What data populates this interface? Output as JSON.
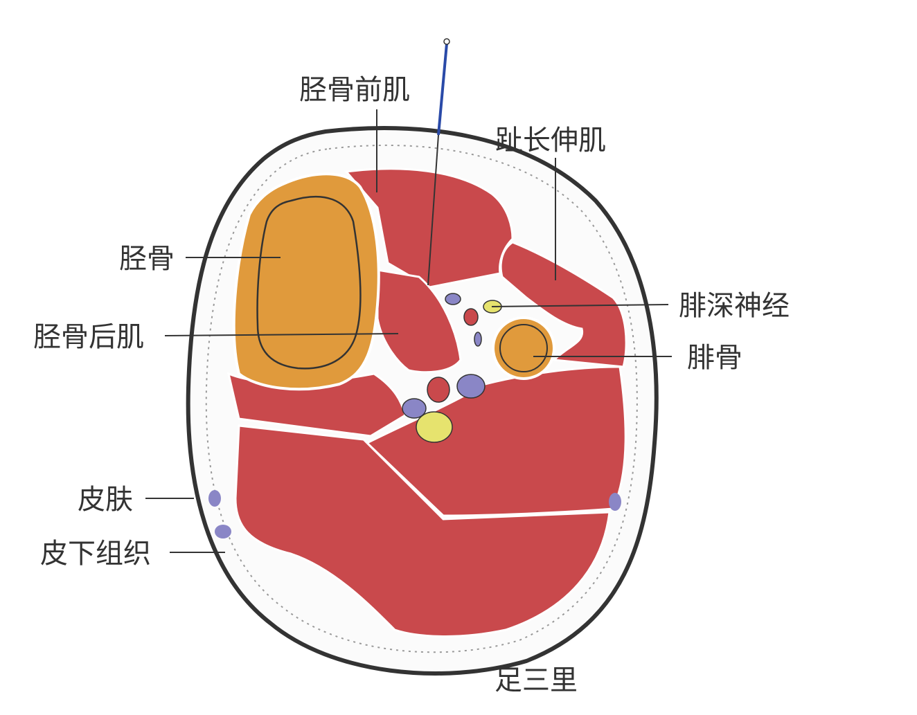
{
  "labels": {
    "tibialis_anterior": "胫骨前肌",
    "extensor_digitorum_longus": "趾长伸肌",
    "tibia": "胫骨",
    "deep_peroneal_nerve": "腓深神经",
    "tibialis_posterior": "胫骨后肌",
    "fibula": "腓骨",
    "skin": "皮肤",
    "subcutaneous_tissue": "皮下组织",
    "acupoint": "足三里"
  },
  "colors": {
    "muscle": "#c9494c",
    "bone": "#e09a3c",
    "nerve": "#e6e36e",
    "vessel": "#8a86c6",
    "needle": "#2a4aa8",
    "outline": "#333333"
  }
}
